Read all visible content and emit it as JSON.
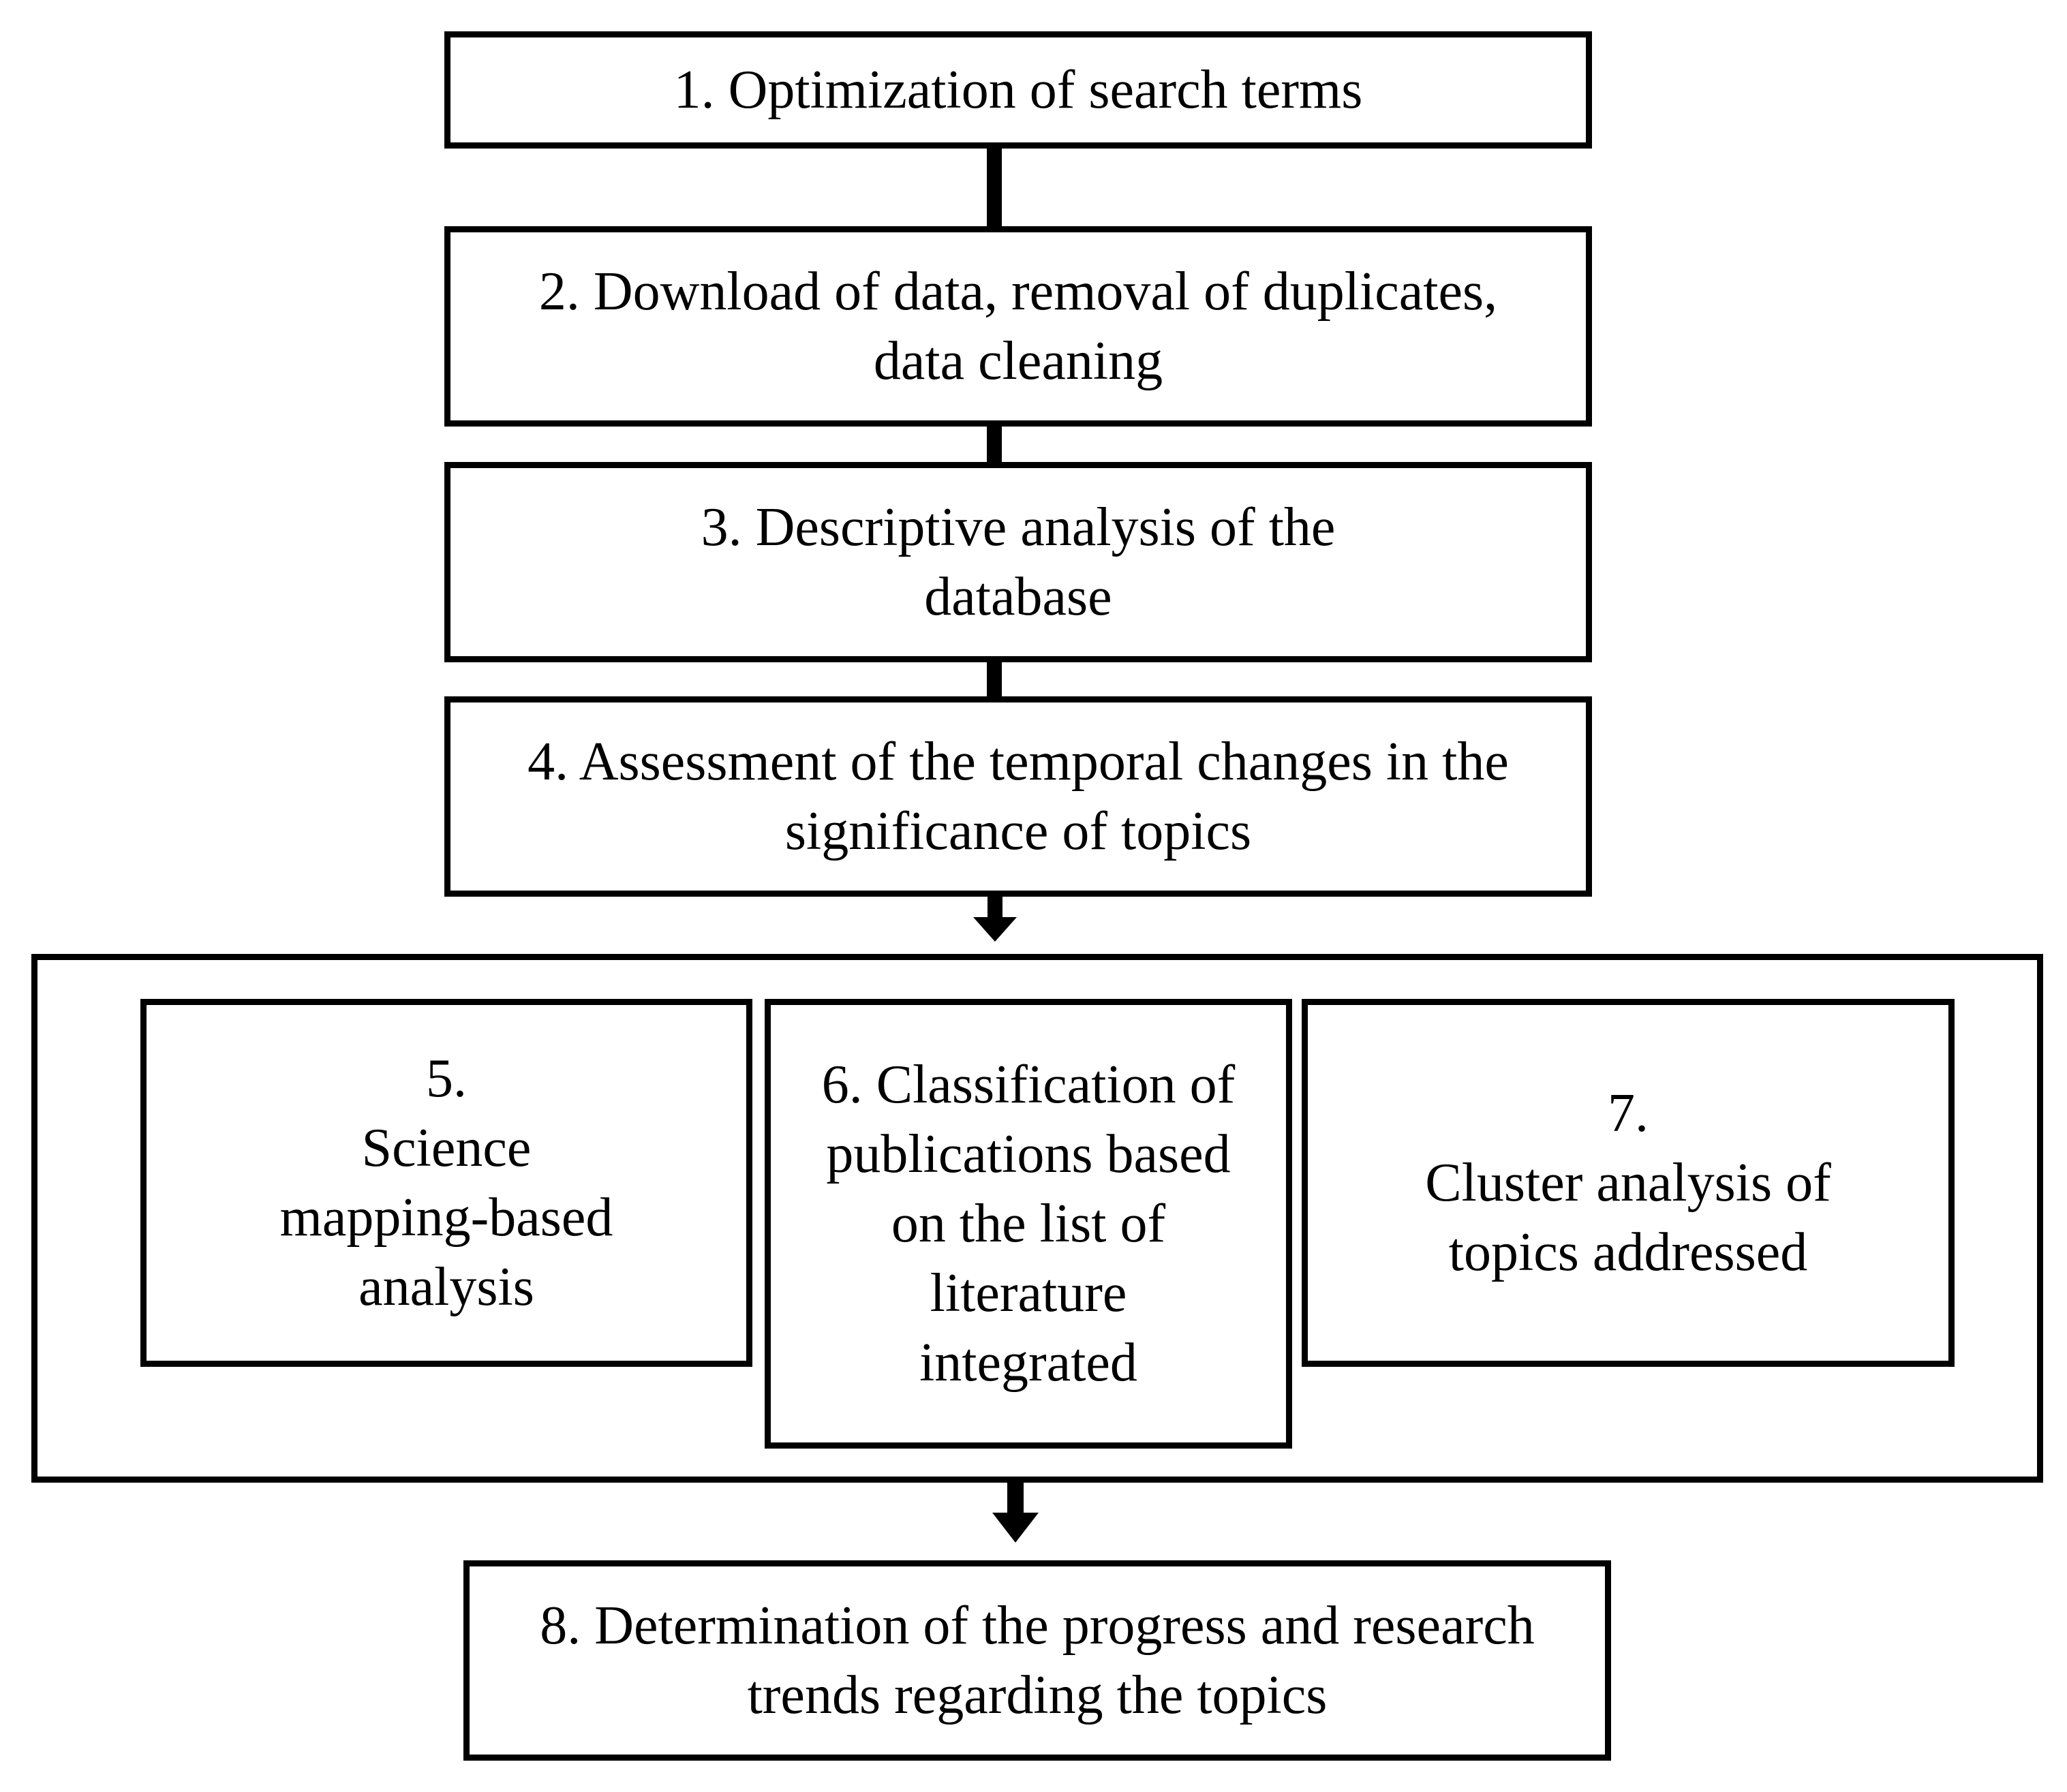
{
  "steps": {
    "s1": {
      "lines": [
        "1. Optimization of search terms"
      ]
    },
    "s2": {
      "lines": [
        "2. Download of data, removal of duplicates,",
        "data cleaning"
      ]
    },
    "s3": {
      "lines": [
        "3. Descriptive analysis of the",
        "database"
      ]
    },
    "s4": {
      "lines": [
        "4. Assessment of the temporal changes in the",
        "significance of topics"
      ]
    },
    "s5": {
      "lines": [
        "5.",
        "Science",
        "mapping-based",
        "analysis"
      ]
    },
    "s6": {
      "lines": [
        "6. Classification of",
        "publications based",
        "on the list of",
        "literature",
        "integrated"
      ]
    },
    "s7": {
      "lines": [
        "7.",
        "Cluster analysis of",
        "topics addressed"
      ]
    },
    "s8": {
      "lines": [
        "8. Determination of the progress and research",
        "trends regarding the topics"
      ]
    }
  }
}
